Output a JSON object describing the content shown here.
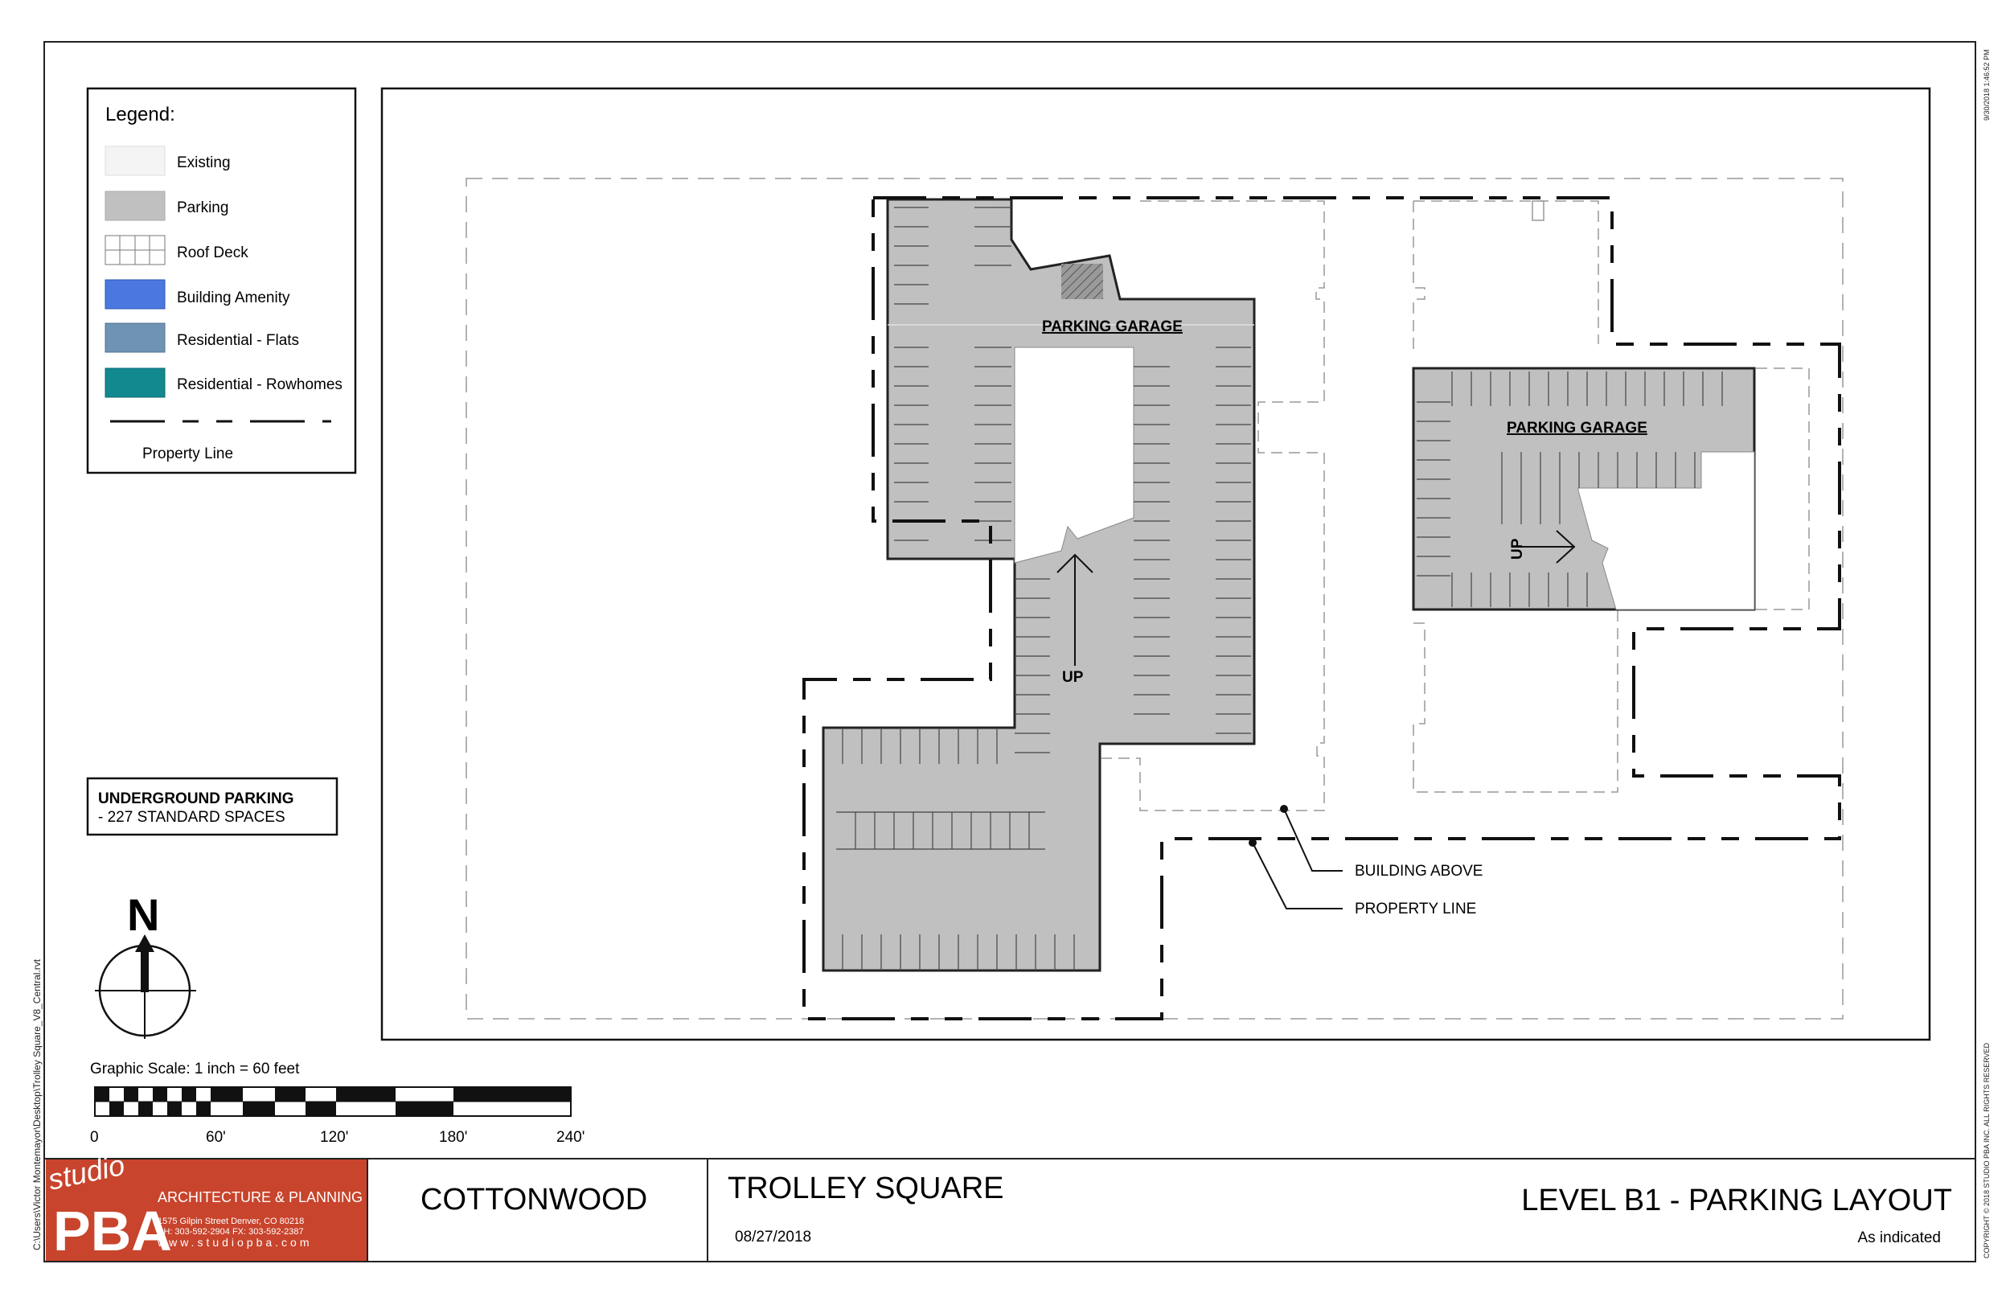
{
  "legend": {
    "title": "Legend:",
    "items": [
      {
        "label": "Existing",
        "color": "#f4f4f4"
      },
      {
        "label": "Parking",
        "color": "#c0c0c0"
      },
      {
        "label": "Roof Deck",
        "color": "#ffffff"
      },
      {
        "label": "Building Amenity",
        "color": "#4a78e0"
      },
      {
        "label": "Residential - Flats",
        "color": "#6f93b3"
      },
      {
        "label": "Residential - Rowhomes",
        "color": "#12888f"
      }
    ],
    "property_line_label": "Property Line"
  },
  "parking_summary": {
    "title": "UNDERGROUND PARKING",
    "detail": "- 227 STANDARD SPACES"
  },
  "north_label": "N",
  "scale": {
    "caption": "Graphic Scale: 1 inch = 60 feet",
    "ticks": [
      "0",
      "60'",
      "120'",
      "180'",
      "240'"
    ]
  },
  "plan": {
    "garage_west_label": "PARKING GARAGE",
    "garage_east_label": "PARKING GARAGE",
    "ramp_west_label": "UP",
    "ramp_east_label": "UP",
    "callout_building": "BUILDING ABOVE",
    "callout_property": "PROPERTY LINE"
  },
  "titleblock": {
    "logo_studio": "studio",
    "logo_pba": "PBA",
    "firm_tagline": "ARCHITECTURE & PLANNING",
    "address_line1": "1575 Gilpin Street     Denver, CO 80218",
    "address_line2": "PH: 303-592-2904     FX: 303-592-2387",
    "website": "www.studiopba.com",
    "client": "COTTONWOOD",
    "project": "TROLLEY SQUARE",
    "date": "08/27/2018",
    "sheet_title": "LEVEL B1 - PARKING LAYOUT",
    "scale_note": "As indicated"
  },
  "margin_text": {
    "file_path": "C:\\Users\\Victor Montemayor\\Desktop\\Trolley Square_V8_Central.rvt",
    "timestamp": "9/30/2018 1:46:52 PM",
    "copyright": "COPYRIGHT © 2018 STUDIO PBA INC. ALL RIGHTS RESERVED"
  },
  "colors": {
    "parking_fill": "#c0c0c0",
    "logo_red": "#c8442c",
    "line": "#111111"
  }
}
